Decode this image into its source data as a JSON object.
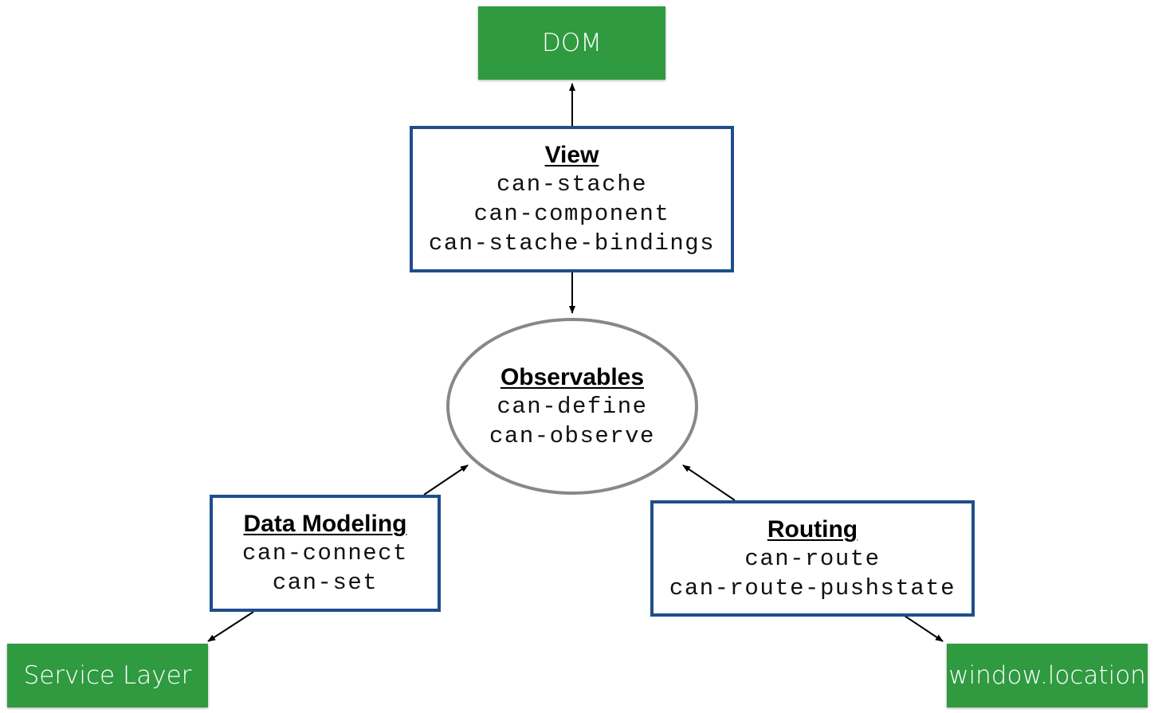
{
  "nodes": {
    "dom": {
      "label": "DOM"
    },
    "service_layer": {
      "label": "Service Layer"
    },
    "window_location": {
      "label": "window.location"
    },
    "view": {
      "title": "View",
      "items": [
        "can-stache",
        "can-component",
        "can-stache-bindings"
      ]
    },
    "observables": {
      "title": "Observables",
      "items": [
        "can-define",
        "can-observe"
      ]
    },
    "data_modeling": {
      "title": "Data Modeling",
      "items": [
        "can-connect",
        "can-set"
      ]
    },
    "routing": {
      "title": "Routing",
      "items": [
        "can-route",
        "can-route-pushstate"
      ]
    }
  },
  "edges": [
    {
      "from": "View",
      "to": "DOM"
    },
    {
      "from": "View",
      "to": "Observables"
    },
    {
      "from": "Data Modeling",
      "to": "Observables"
    },
    {
      "from": "Routing",
      "to": "Observables"
    },
    {
      "from": "Data Modeling",
      "to": "Service Layer"
    },
    {
      "from": "Routing",
      "to": "window.location"
    }
  ],
  "colors": {
    "terminal_fill": "#2f9a40",
    "module_border": "#1f4e8a",
    "ellipse_border": "#888888",
    "arrow": "#000000"
  }
}
